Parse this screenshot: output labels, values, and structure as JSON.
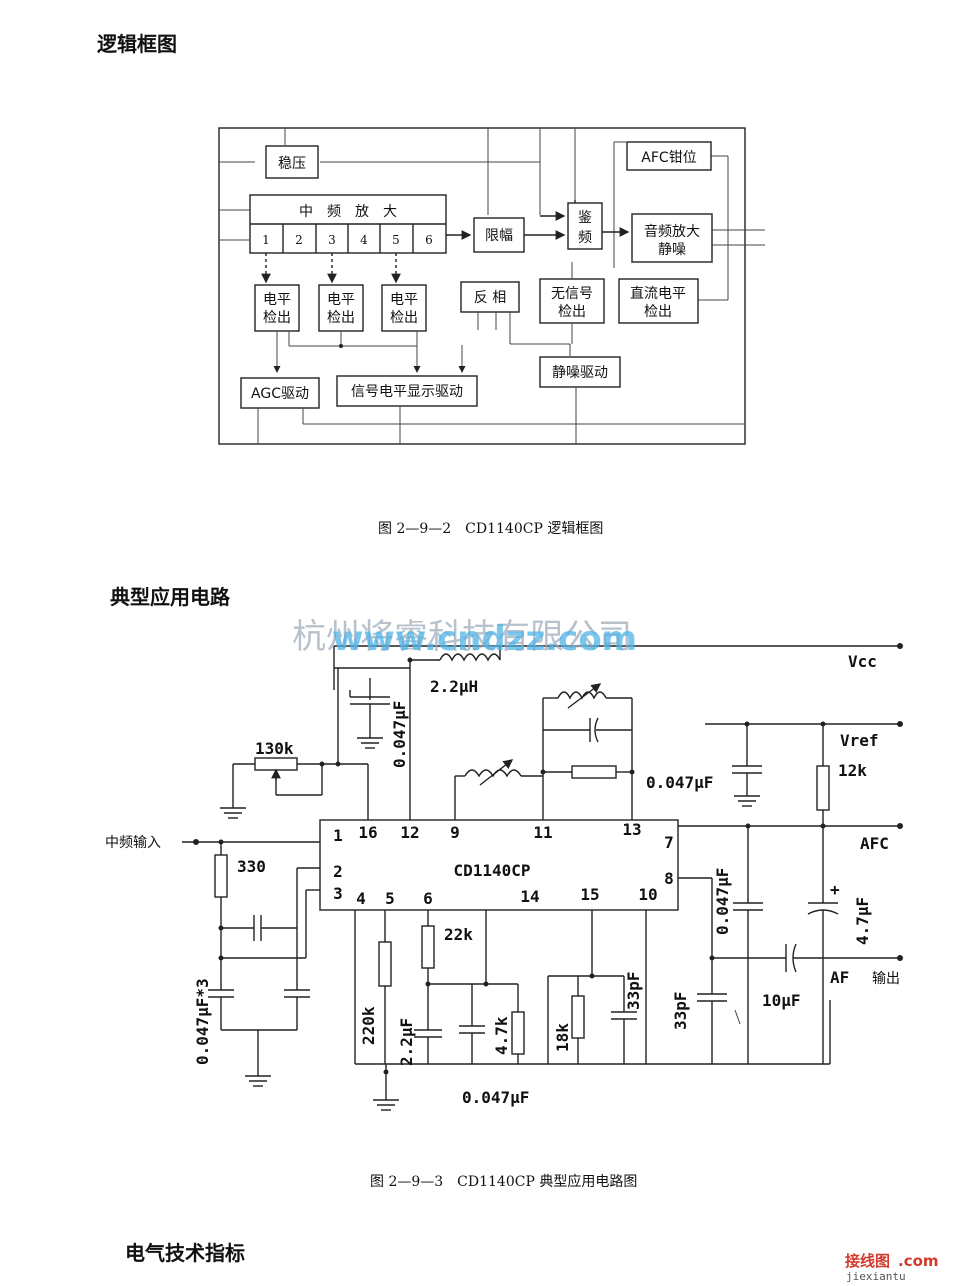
{
  "headings": {
    "logic": "逻辑框图",
    "typical": "典型应用电路",
    "specs": "电气技术指标"
  },
  "captions": {
    "fig1": "图 2—9—2　CD1140CP 逻辑框图",
    "fig2": "图 2—9—3　CD1140CP 典型应用电路图"
  },
  "block_diagram": {
    "regulator": "稳压",
    "if_amp": "中　频　放　大",
    "stages": [
      "1",
      "2",
      "3",
      "4",
      "5",
      "6"
    ],
    "limiter": "限幅",
    "discriminator_1": "鉴",
    "discriminator_2": "频",
    "afc_clamp": "AFC钳位",
    "audio_amp_1": "音频放大",
    "audio_amp_2": "静噪",
    "level_det_label1": "电平",
    "level_det_label2": "检出",
    "inverter": "反 相",
    "no_signal_1": "无信号",
    "no_signal_2": "检出",
    "dc_level_1": "直流电平",
    "dc_level_2": "检出",
    "agc_driver": "AGC驱动",
    "signal_display": "信号电平显示驱动",
    "mute_driver": "静噪驱动"
  },
  "circuit": {
    "chip": "CD1140CP",
    "if_input": "中频输入",
    "vcc": "Vcc",
    "vref": "Vref",
    "afc": "AFC",
    "af": "AF",
    "output": "输出",
    "inductor": "2.2μH",
    "pot": "130k",
    "r330": "330",
    "r12k": "12k",
    "r22k": "22k",
    "r220k": "220k",
    "r4_7k": "4.7k",
    "r18k": "18k",
    "c_top": "0.047μF",
    "c_right": "0.047μF",
    "c_left": "0.047μF*3",
    "c_pin8": "0.047μF",
    "c_bottom": "0.047μF",
    "c2_2": "2.2μF",
    "c4_7": "4.7μF",
    "c33a": "33pF",
    "c33b": "33pF",
    "c10": "10μF",
    "plus": "+",
    "pins": [
      "1",
      "16",
      "12",
      "9",
      "11",
      "13",
      "7",
      "2",
      "3",
      "4",
      "5",
      "6",
      "14",
      "15",
      "10",
      "8"
    ]
  },
  "watermark": {
    "company": "杭州将睿科技有限公司",
    "site": "www.cndzz.com",
    "logo": "接线图",
    "logo_dot": ".com",
    "logo_url": "jiexiantu"
  }
}
